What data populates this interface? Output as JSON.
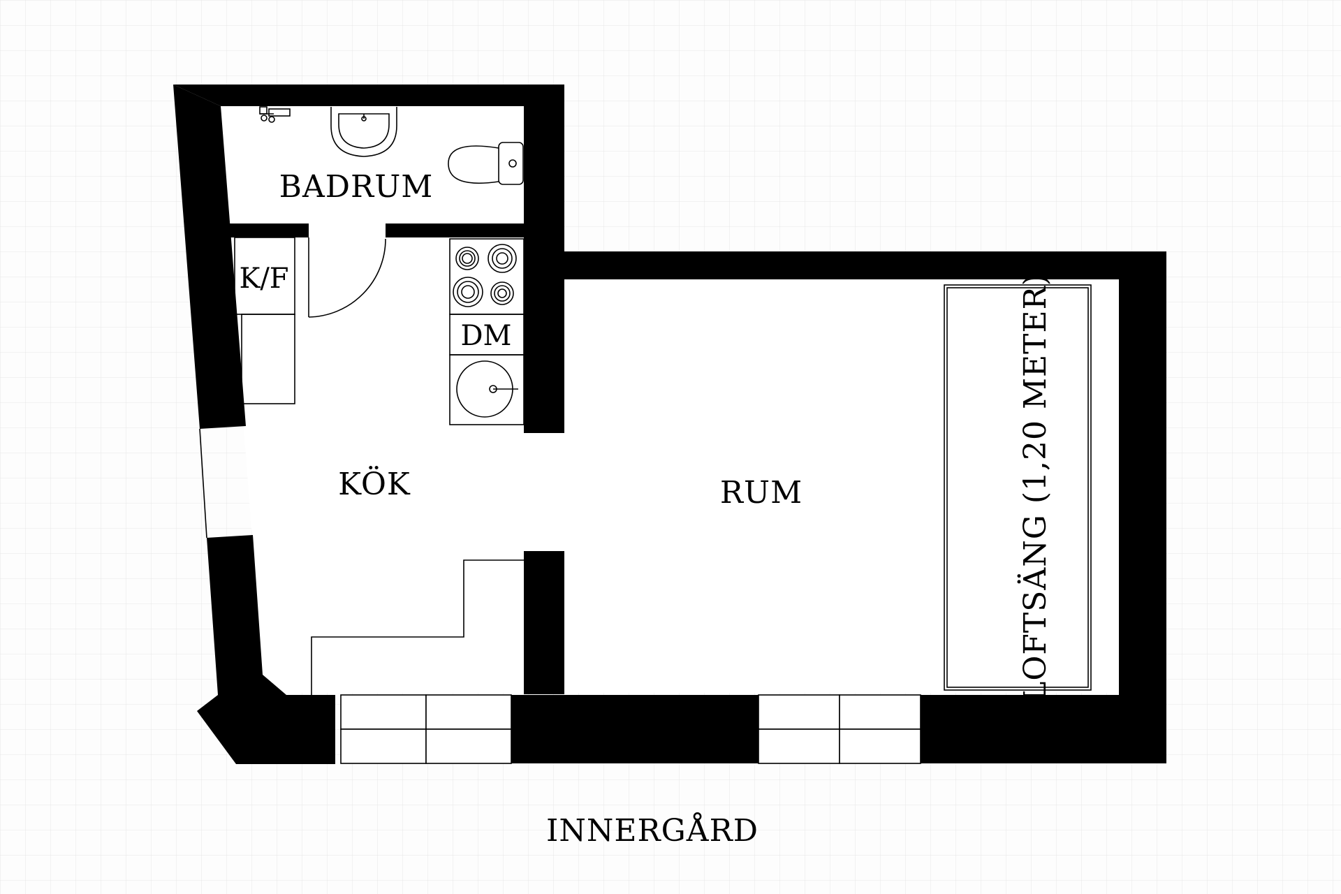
{
  "plan": {
    "labels": {
      "bathroom": "BADRUM",
      "fridge_freezer": "K/F",
      "dishwasher": "DM",
      "kitchen": "KÖK",
      "room": "RUM",
      "loft_bed": "LOFTSÄNG (1,20 METER)",
      "courtyard": "INNERGÅRD"
    },
    "colors": {
      "wall": "#000000",
      "background": "#fdfdfd",
      "grid": "#e6e6e6",
      "fixture_line": "#000000"
    },
    "grid": true,
    "icons": {
      "sink": "washbasin-icon",
      "toilet": "toilet-icon",
      "stove": "stove-icon",
      "kitchen_sink": "kitchen-sink-icon",
      "shower_tap": "shower-tap-icon",
      "door": "door-swing-icon",
      "windows": "window-icon"
    }
  }
}
